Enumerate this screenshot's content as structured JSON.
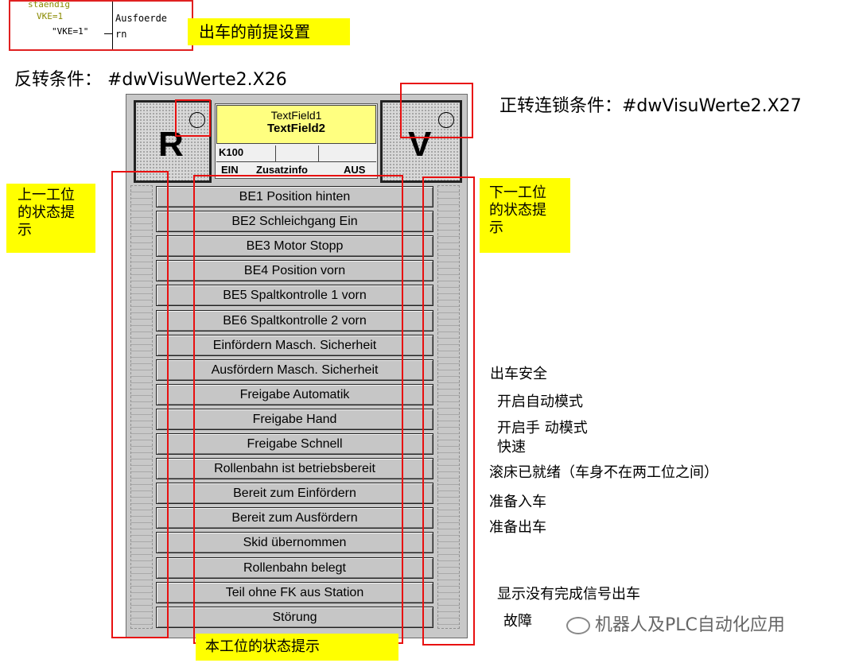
{
  "snippet": {
    "line1": "staendig",
    "line2": "VKE=1",
    "line3": "\"VKE=1\"",
    "right_line1": "Ausfoerde",
    "right_line2": "rn"
  },
  "labels": {
    "departure_precondition": "出车的前提设置",
    "reverse_condition": "反转条件：  #dwVisuWerte2.X26",
    "forward_interlock": "正转连锁条件：#dwVisuWerte2.X27",
    "prev_station_line1": "上一工位",
    "prev_station_line2": "的状态提",
    "prev_station_line3": "示",
    "next_station_line1": "下一工位",
    "next_station_line2": "的状态提",
    "next_station_line3": "示",
    "this_station": "本工位的状态提示"
  },
  "panel": {
    "left_letter": "R",
    "right_letter": "V",
    "textfield1": "TextField1",
    "textfield2": "TextField2",
    "k100": "K100",
    "ein": "EIN",
    "zusatzinfo": "Zusatzinfo",
    "aus": "AUS"
  },
  "buttons": [
    "BE1 Position hinten",
    "BE2 Schleichgang Ein",
    "BE3 Motor Stopp",
    "BE4 Position vorn",
    "BE5 Spaltkontrolle 1 vorn",
    "BE6 Spaltkontrolle 2 vorn",
    "Einfördern Masch. Sicherheit",
    "Ausfördern Masch. Sicherheit",
    "Freigabe Automatik",
    "Freigabe Hand",
    "Freigabe Schnell",
    "Rollenbahn ist betriebsbereit",
    "Bereit zum Einfördern",
    "Bereit zum Ausfördern",
    "Skid übernommen",
    "Rollenbahn belegt",
    "Teil ohne FK aus Station",
    "Störung"
  ],
  "notes": {
    "n1": "出车安全",
    "n2": "开启自动模式",
    "n3": "开启手 动模式",
    "n4": "快速",
    "n5": "滚床已就绪（车身不在两工位之间）",
    "n6": "准备入车",
    "n7": "准备出车",
    "n8": "显示没有完成信号出车",
    "n9": "故障"
  },
  "watermark": "机器人及PLC自动化应用",
  "colors": {
    "highlight": "#ffff00",
    "outline": "#e81010",
    "panel": "#c8c8c8",
    "textfield": "#ffff80"
  }
}
